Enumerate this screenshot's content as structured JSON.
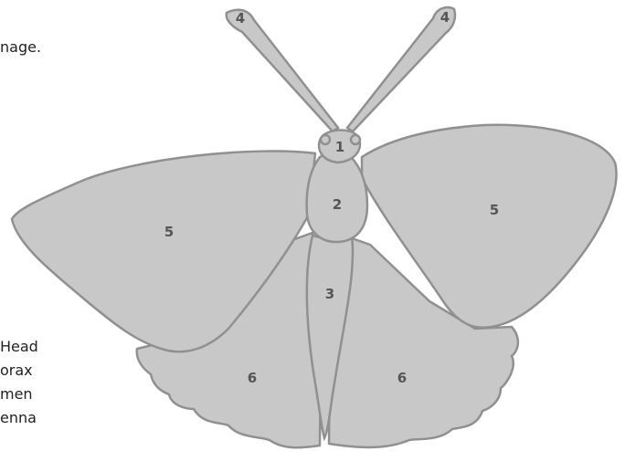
{
  "side_text": {
    "image": "nage.",
    "head": "Head",
    "thorax": "orax",
    "abdomen": "men",
    "antenna": "enna"
  },
  "labels": {
    "head": "1",
    "thorax": "2",
    "abdomen": "3",
    "antenna_left": "4",
    "antenna_right": "4",
    "forewing_left": "5",
    "forewing_right": "5",
    "hindwing_left": "6",
    "hindwing_right": "6"
  },
  "colors": {
    "fill": "#c8c8c8",
    "stroke": "#909090",
    "label": "#555555"
  }
}
